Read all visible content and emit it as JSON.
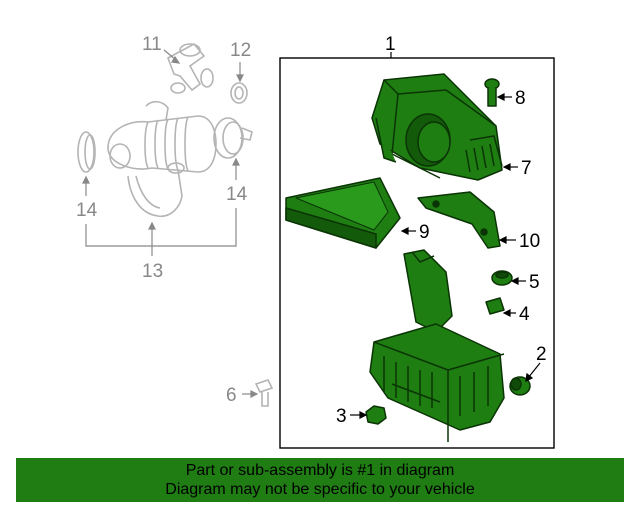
{
  "callouts": {
    "c1": "1",
    "c2": "2",
    "c3": "3",
    "c4": "4",
    "c5": "5",
    "c6": "6",
    "c7": "7",
    "c8": "8",
    "c9": "9",
    "c10": "10",
    "c11": "11",
    "c12": "12",
    "c13": "13",
    "c14": "14"
  },
  "banner": {
    "line1": "Part or sub-assembly is #1 in diagram",
    "line2": "Diagram may not be specific to your vehicle"
  },
  "colors": {
    "highlight_part": "#1e7e12",
    "highlight_dark": "#0f4a08",
    "banner_background": "#1f7d14",
    "context_part_outline": "#b4b4b4"
  }
}
